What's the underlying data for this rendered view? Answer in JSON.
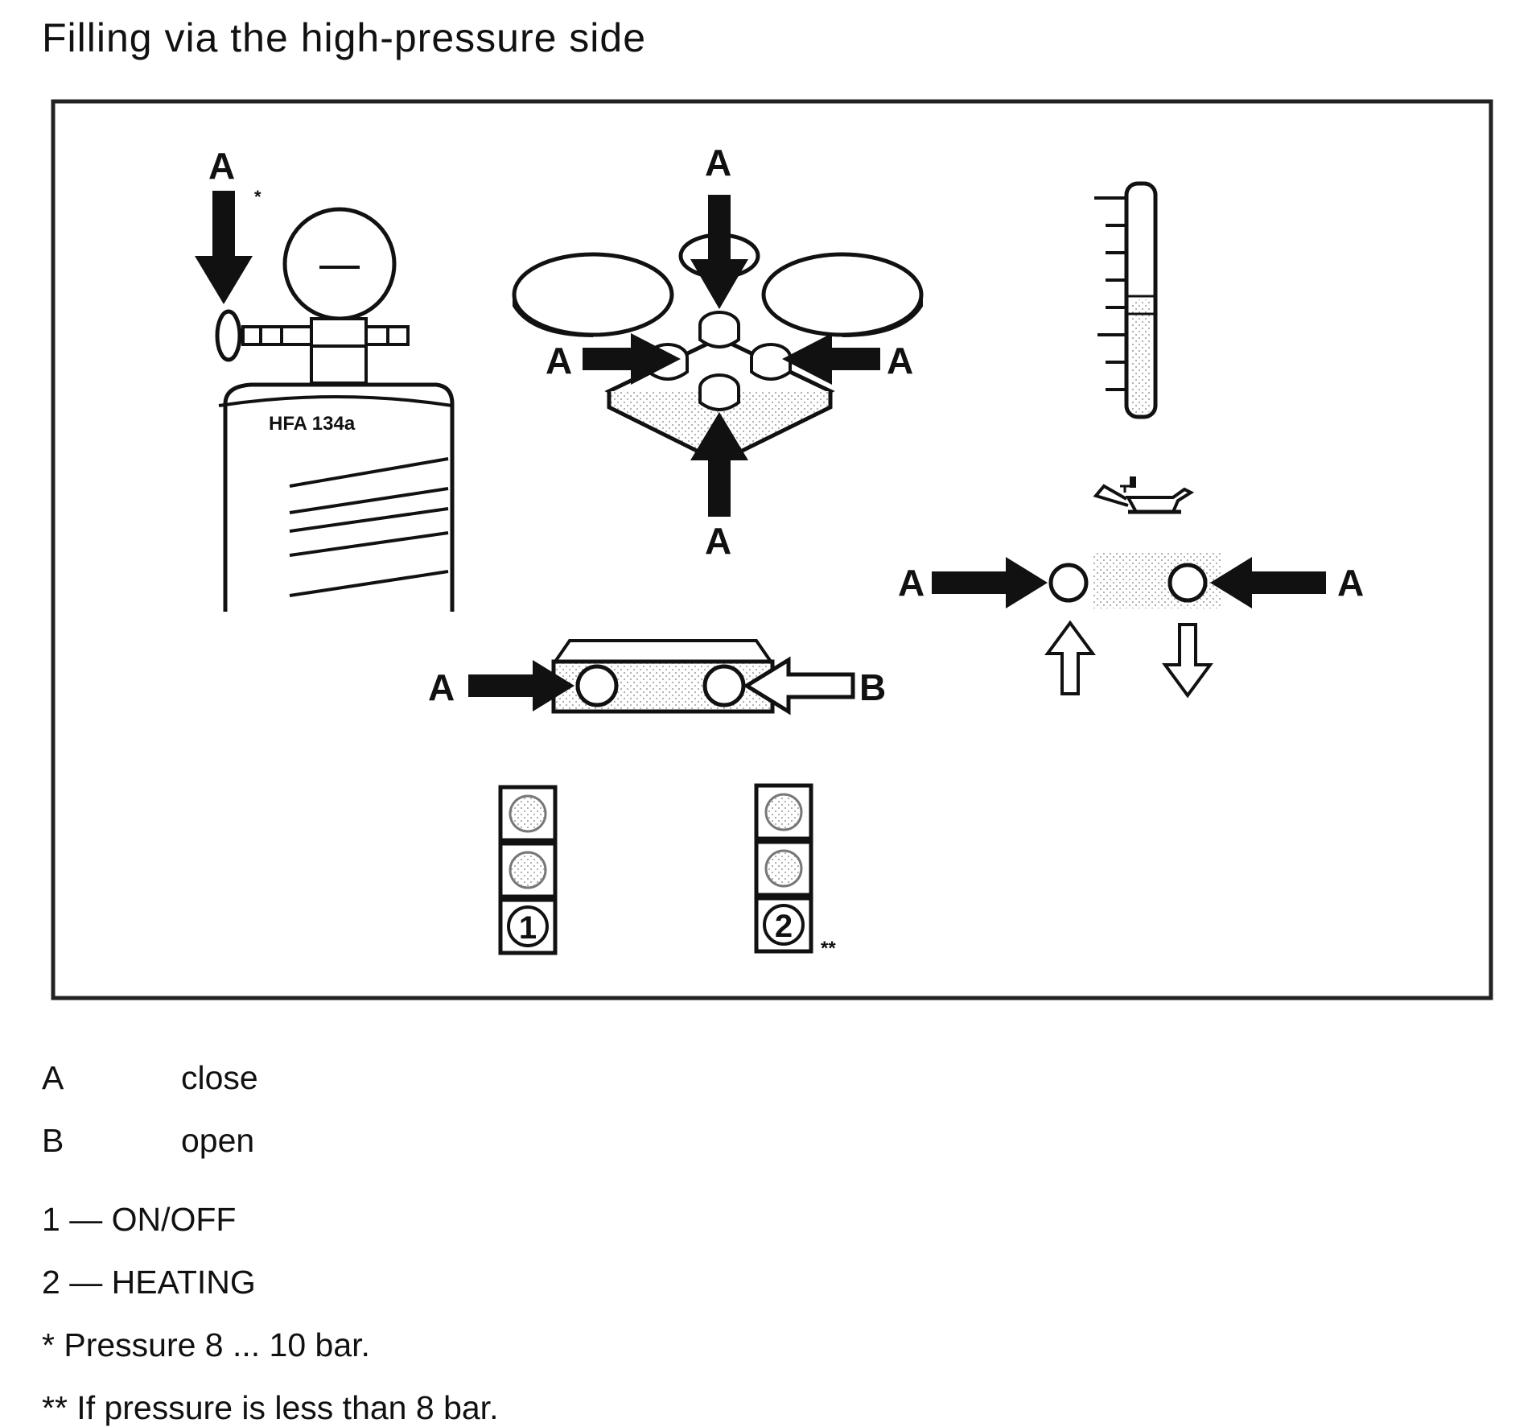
{
  "page": {
    "title": "Filling via the high-pressure side"
  },
  "figure": {
    "callouts": {
      "a": "A",
      "b": "B",
      "asterisk": "*",
      "double_asterisk": "**",
      "one": "1",
      "two": "2"
    },
    "cylinder_label": "HFA 134a"
  },
  "legend": [
    {
      "key": "A",
      "value": "close"
    },
    {
      "key": "B",
      "value": "open"
    }
  ],
  "notes": [
    "1 — ON/OFF",
    "2 — HEATING",
    "* Pressure 8 ... 10 bar.",
    "** If pressure is less than 8 bar."
  ]
}
